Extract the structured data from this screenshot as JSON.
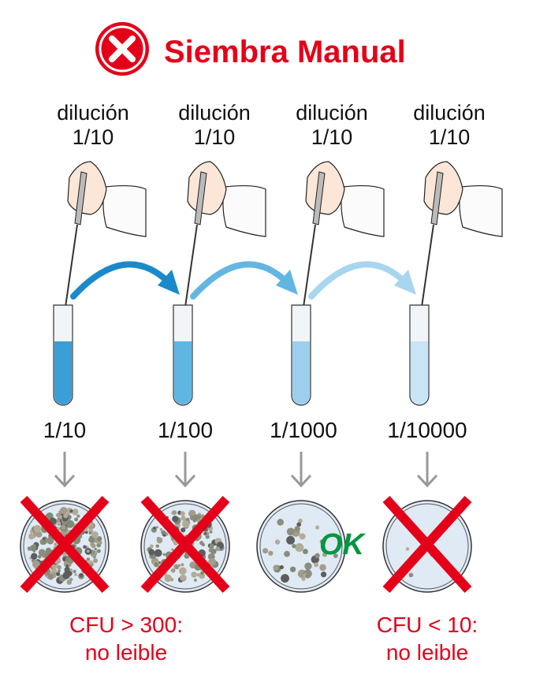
{
  "header": {
    "title": "Siembra Manual",
    "icon": "x-circle-icon"
  },
  "steps": [
    {
      "dilution_label": "dilución",
      "dilution_value": "1/10",
      "ratio": "1/10",
      "tube_color": "#3a9fd6",
      "result": "rejected"
    },
    {
      "dilution_label": "dilución",
      "dilution_value": "1/10",
      "ratio": "1/100",
      "tube_color": "#5fb6e2",
      "result": "rejected"
    },
    {
      "dilution_label": "dilución",
      "dilution_value": "1/10",
      "ratio": "1/1000",
      "tube_color": "#9ccfee",
      "result": "ok"
    },
    {
      "dilution_label": "dilución",
      "dilution_value": "1/10",
      "ratio": "1/10000",
      "tube_color": "#c8e5f6",
      "result": "rejected"
    }
  ],
  "ok_label": "OK",
  "verdicts": {
    "high": {
      "line1": "CFU > 300:",
      "line2": "no leible"
    },
    "low": {
      "line1": "CFU < 10:",
      "line2": "no leible"
    }
  },
  "colors": {
    "red": "#e50019",
    "green": "#00973f",
    "arrow_colors": [
      "#1a8acb",
      "#63b6e2",
      "#a8d5ef"
    ]
  }
}
